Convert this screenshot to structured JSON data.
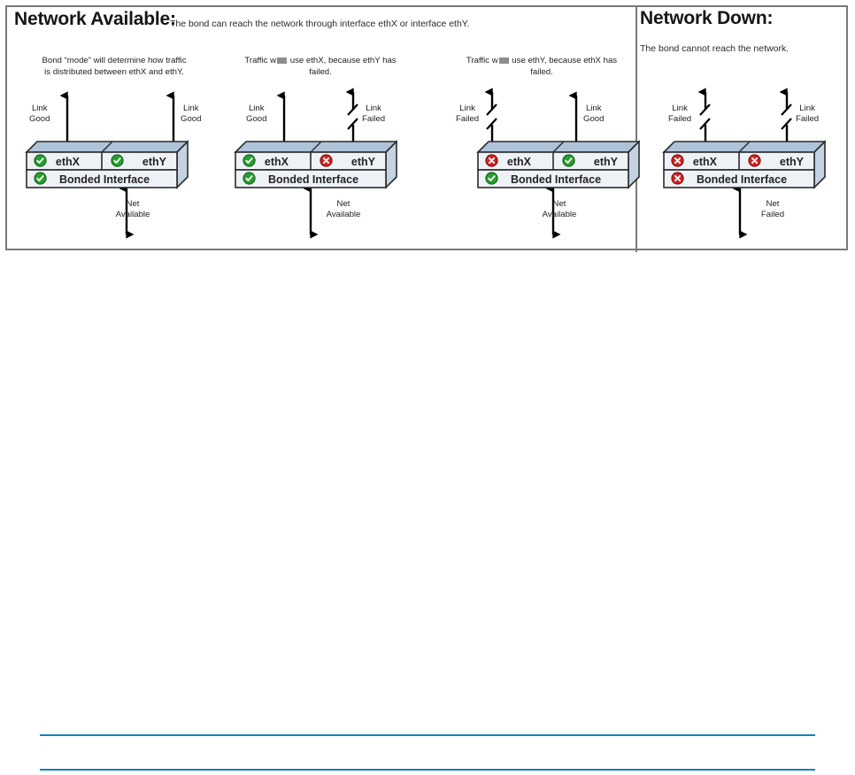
{
  "colors": {
    "frame_border": "#7a7a7a",
    "box_face": "#eef2f7",
    "box_top": "#aec3d8",
    "box_side": "#c3d3e2",
    "box_outline": "#2b2b2b",
    "status_good": "#27a02c",
    "status_failed": "#d42222",
    "arrow": "#000000",
    "footer_rule": "#1283c3",
    "text": "#1a1a1a"
  },
  "sections": [
    {
      "id": "network-available",
      "heading": "Network Available:",
      "subtitle": "The bond can reach the network through interface ethX or interface ethY."
    },
    {
      "id": "network-down",
      "heading": "Network Down:",
      "subtitle": "The bond cannot reach the network."
    }
  ],
  "panels": [
    {
      "id": "panel-1",
      "caption_line_1": "Bond “mode” will determine how traffic",
      "caption_line_2": "is distributed between ethX and ethY.",
      "caption_has_redaction": false,
      "left_link": {
        "label_line_1": "Link",
        "label_line_2": "Good",
        "state": "good"
      },
      "right_link": {
        "label_line_1": "Link",
        "label_line_2": "Good",
        "state": "good"
      },
      "interfaces": [
        {
          "name": "ethX",
          "status": "good"
        },
        {
          "name": "ethY",
          "status": "good"
        }
      ],
      "bonded": {
        "name": "Bonded Interface",
        "status": "good"
      },
      "net": {
        "label_line_1": "Net",
        "label_line_2": "Available",
        "state": "good"
      }
    },
    {
      "id": "panel-2",
      "caption_line_1_before": "Traffic w",
      "caption_line_1_after": " use ethX, because ethY has",
      "caption_line_2": "failed.",
      "caption_has_redaction": true,
      "left_link": {
        "label_line_1": "Link",
        "label_line_2": "Good",
        "state": "good"
      },
      "right_link": {
        "label_line_1": "Link",
        "label_line_2": "Failed",
        "state": "failed"
      },
      "interfaces": [
        {
          "name": "ethX",
          "status": "good"
        },
        {
          "name": "ethY",
          "status": "failed"
        }
      ],
      "bonded": {
        "name": "Bonded Interface",
        "status": "good"
      },
      "net": {
        "label_line_1": "Net",
        "label_line_2": "Available",
        "state": "good"
      }
    },
    {
      "id": "panel-3",
      "caption_line_1_before": "Traffic w",
      "caption_line_1_after": " use ethY, because ethX has",
      "caption_line_2": "failed.",
      "caption_has_redaction": true,
      "left_link": {
        "label_line_1": "Link",
        "label_line_2": "Failed",
        "state": "failed"
      },
      "right_link": {
        "label_line_1": "Link",
        "label_line_2": "Good",
        "state": "good"
      },
      "interfaces": [
        {
          "name": "ethX",
          "status": "failed"
        },
        {
          "name": "ethY",
          "status": "good"
        }
      ],
      "bonded": {
        "name": "Bonded Interface",
        "status": "good"
      },
      "net": {
        "label_line_1": "Net",
        "label_line_2": "Available",
        "state": "good"
      }
    },
    {
      "id": "panel-4",
      "caption_line_1": "",
      "caption_line_2": "",
      "caption_has_redaction": false,
      "left_link": {
        "label_line_1": "Link",
        "label_line_2": "Failed",
        "state": "failed"
      },
      "right_link": {
        "label_line_1": "Link",
        "label_line_2": "Failed",
        "state": "failed"
      },
      "interfaces": [
        {
          "name": "ethX",
          "status": "failed"
        },
        {
          "name": "ethY",
          "status": "failed"
        }
      ],
      "bonded": {
        "name": "Bonded Interface",
        "status": "failed"
      },
      "net": {
        "label_line_1": "Net",
        "label_line_2": "Failed",
        "state": "failed"
      }
    }
  ]
}
